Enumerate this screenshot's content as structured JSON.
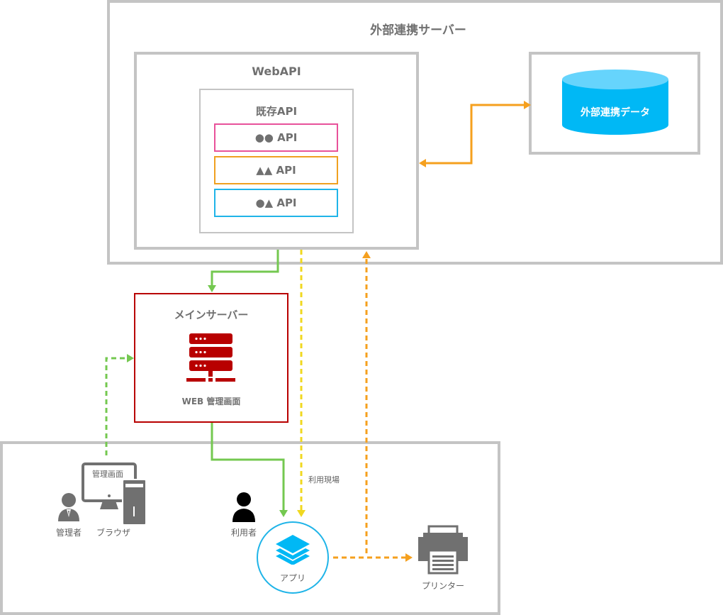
{
  "external_server": {
    "title": "外部連携サーバー",
    "webapi": {
      "title": "WebAPI",
      "existing_api": {
        "title": "既存API",
        "items": [
          {
            "label": "●● API",
            "color": "#e8529a"
          },
          {
            "label": "▲▲ API",
            "color": "#f0a020"
          },
          {
            "label": "●▲ API",
            "color": "#1fb4e8"
          }
        ]
      }
    },
    "database": {
      "label": "外部連携データ",
      "color": "#00b8f5",
      "top_color": "#66d4fc"
    }
  },
  "main_server": {
    "title": "メインサーバー",
    "caption": "WEB 管理画面",
    "color": "#b80000"
  },
  "site": {
    "admin_label": "管理者",
    "browser_label": "ブラウザ",
    "browser_screen_text": "管理画面",
    "user_label": "利用者",
    "app_label": "アプリ",
    "printer_label": "プリンター",
    "usage_site_label": "利用現場"
  },
  "connector_colors": {
    "green": "#74c850",
    "yellow": "#f0d820",
    "orange": "#f5a01e"
  }
}
